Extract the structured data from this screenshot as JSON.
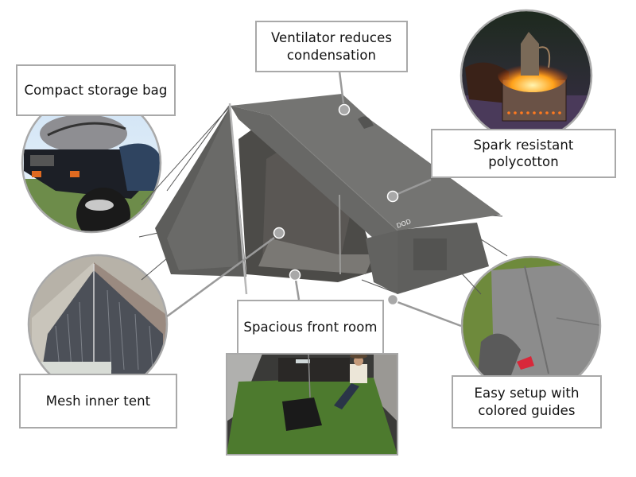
{
  "product": {
    "brand_mark": "DOD",
    "tent_color": "#6e6e6c"
  },
  "features": [
    {
      "id": "storage",
      "label": "Compact storage bag",
      "photo": "motorcycle-with-storage-bag"
    },
    {
      "id": "ventilator",
      "label": "Ventilator reduces\ncondensation"
    },
    {
      "id": "polycotton",
      "label": "Spark resistant polycotton",
      "photo": "campfire-with-kettle"
    },
    {
      "id": "mesh",
      "label": "Mesh inner tent",
      "photo": "mesh-inner-tent-interior"
    },
    {
      "id": "front-room",
      "label": "Spacious front room",
      "photo": "man-sitting-in-front-room"
    },
    {
      "id": "setup",
      "label": "Easy setup with\ncolored guides",
      "photo": "red-colored-guide-tab"
    }
  ],
  "colors": {
    "border": "#a9a9a9",
    "callout_line": "#9a9a9a",
    "callout_dot": "#a8a8a8",
    "guide_accent": "#d8283a"
  }
}
